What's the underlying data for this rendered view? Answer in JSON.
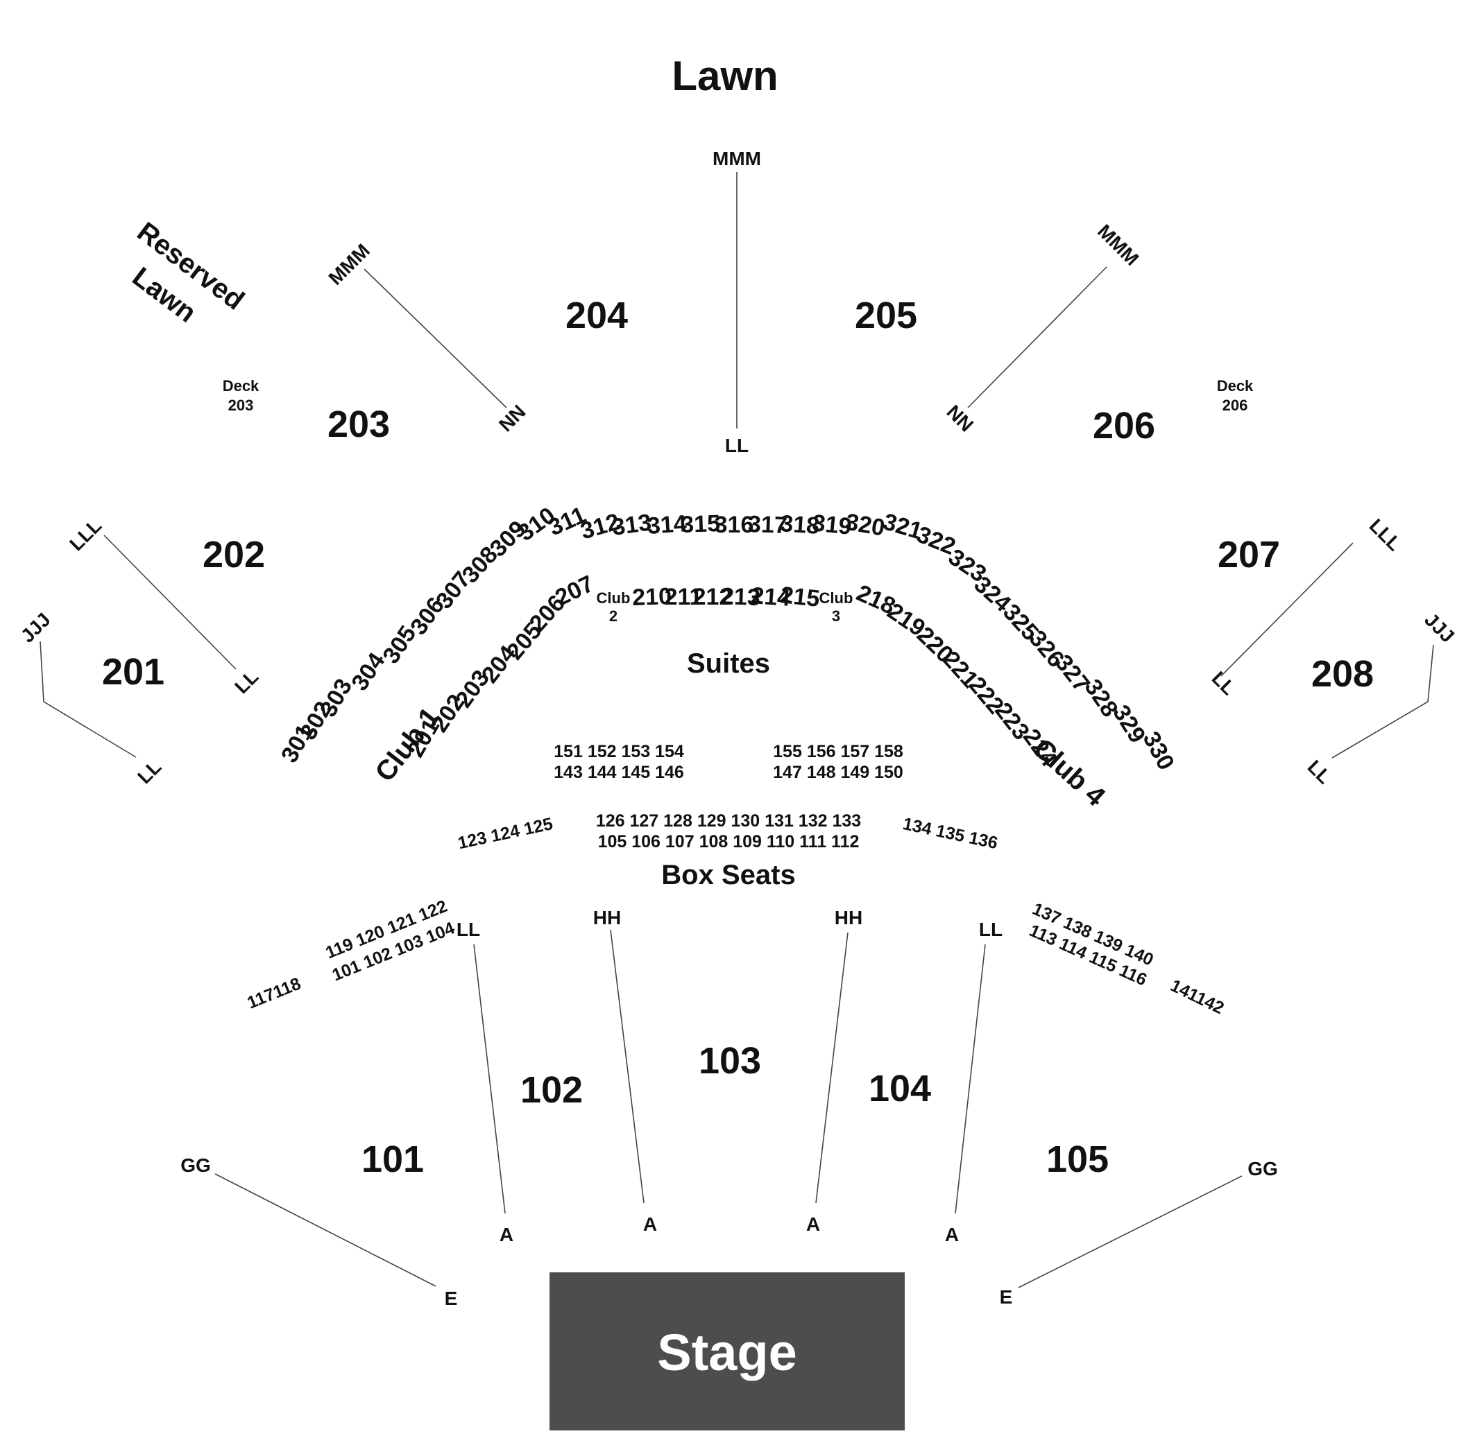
{
  "lawn": {
    "title": "Lawn",
    "reserved_line1": "Reserved",
    "reserved_line2": "Lawn"
  },
  "stage": {
    "label": "Stage",
    "color": "#4d4d4d"
  },
  "decks": {
    "d203_line1": "Deck",
    "d203_line2": "203",
    "d206_line1": "Deck",
    "d206_line2": "206"
  },
  "sections": {
    "s101": "101",
    "s102": "102",
    "s103": "103",
    "s104": "104",
    "s105": "105",
    "s201": "201",
    "s202": "202",
    "s203": "203",
    "s204": "204",
    "s205": "205",
    "s206": "206",
    "s207": "207",
    "s208": "208"
  },
  "rows": {
    "mmm_center": "MMM",
    "ll_center": "LL",
    "mmm_left": "MMM",
    "nn_left": "NN",
    "mmm_right": "MMM",
    "nn_right": "NN",
    "lll_left": "LLL",
    "ll_left_upper": "LL",
    "jjj_left": "JJJ",
    "ll_left_lower": "LL",
    "lll_right": "LLL",
    "ll_right_upper": "LL",
    "jjj_right": "JJJ",
    "ll_right_lower": "LL",
    "ll_box_left": "LL",
    "hh_left": "HH",
    "hh_right": "HH",
    "ll_box_right": "LL",
    "gg_left": "GG",
    "e_left": "E",
    "gg_right": "GG",
    "e_right": "E",
    "a1": "A",
    "a2": "A",
    "a3": "A",
    "a4": "A"
  },
  "suites_area": {
    "title": "Suites",
    "club1": "Club 1",
    "club4": "Club 4",
    "club2_line1": "Club",
    "club2_line2": "2",
    "club3_line1": "Club",
    "club3_line2": "3",
    "outer_ring": [
      "301",
      "302",
      "303",
      "304",
      "305",
      "306",
      "307",
      "308",
      "309",
      "310",
      "311",
      "312",
      "313",
      "314",
      "315",
      "316",
      "317",
      "318",
      "319",
      "320",
      "321",
      "322",
      "323",
      "324",
      "325",
      "326",
      "327",
      "328",
      "329",
      "330"
    ],
    "inner_ring": [
      "201",
      "202",
      "203",
      "204",
      "205",
      "206",
      "207",
      "210",
      "211",
      "212",
      "213",
      "214",
      "215",
      "218",
      "219",
      "220",
      "221",
      "222",
      "223",
      "224"
    ]
  },
  "box_seats": {
    "title": "Box Seats",
    "upper_left_top": "151 152 153 154",
    "upper_left_bottom": "143 144 145 146",
    "upper_right_top": "155 156 157 158",
    "upper_right_bottom": "147 148 149 150",
    "mid_center_top": "126 127 128 129 130 131 132 133",
    "mid_center_bottom": "105 106 107 108 109 110 111 112",
    "mid_left": "123 124 125",
    "mid_right": "134 135 136",
    "left_a": "119 120 121 122",
    "left_b": "101 102 103 104",
    "left_c": "117118",
    "right_a": "137 138 139 140",
    "right_b": "113 114 115 116",
    "right_c": "141142"
  }
}
